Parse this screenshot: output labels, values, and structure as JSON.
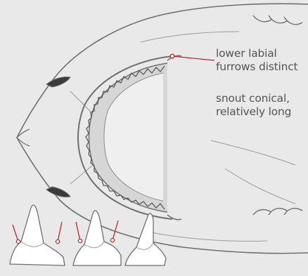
{
  "annotations": {
    "furrows": {
      "line1": "lower labial",
      "line2": "furrows distinct"
    },
    "snout": {
      "line1": "snout conical,",
      "line2": "relatively long"
    }
  },
  "colors": {
    "background_panel": "#e9e9e9",
    "outline": "#6f6f6f",
    "pointer_line": "#c0262c",
    "tooth_fill": "#ffffff",
    "text": "#555555"
  }
}
